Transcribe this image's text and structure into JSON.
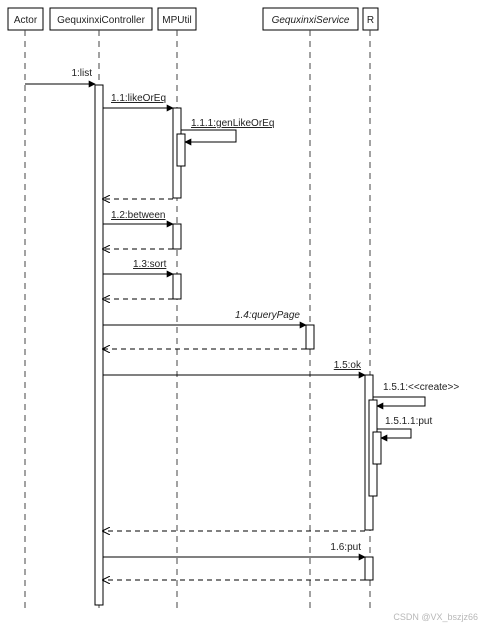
{
  "participants": [
    {
      "id": "actor",
      "label": "Actor",
      "italic": false
    },
    {
      "id": "controller",
      "label": "GequxinxiController",
      "italic": false
    },
    {
      "id": "mputil",
      "label": "MPUtil",
      "italic": false
    },
    {
      "id": "service",
      "label": "GequxinxiService",
      "italic": true
    },
    {
      "id": "r",
      "label": "R",
      "italic": false
    }
  ],
  "messages": [
    {
      "id": "m1",
      "label": "1:list",
      "from": "actor",
      "to": "controller",
      "kind": "sync",
      "underline": false,
      "italic": false
    },
    {
      "id": "m1_1",
      "label": "1.1:likeOrEq",
      "from": "controller",
      "to": "mputil",
      "kind": "sync",
      "underline": true,
      "italic": false
    },
    {
      "id": "m1_1_1",
      "label": "1.1.1:genLikeOrEq",
      "from": "mputil",
      "to": "mputil",
      "kind": "self",
      "underline": true,
      "italic": false
    },
    {
      "id": "r1_1",
      "label": "",
      "from": "mputil",
      "to": "controller",
      "kind": "return"
    },
    {
      "id": "m1_2",
      "label": "1.2:between",
      "from": "controller",
      "to": "mputil",
      "kind": "sync",
      "underline": true,
      "italic": false
    },
    {
      "id": "r1_2",
      "label": "",
      "from": "mputil",
      "to": "controller",
      "kind": "return"
    },
    {
      "id": "m1_3",
      "label": "1.3:sort",
      "from": "controller",
      "to": "mputil",
      "kind": "sync",
      "underline": true,
      "italic": false
    },
    {
      "id": "r1_3",
      "label": "",
      "from": "mputil",
      "to": "controller",
      "kind": "return"
    },
    {
      "id": "m1_4",
      "label": "1.4:queryPage",
      "from": "controller",
      "to": "service",
      "kind": "sync",
      "underline": false,
      "italic": true
    },
    {
      "id": "r1_4",
      "label": "",
      "from": "service",
      "to": "controller",
      "kind": "return"
    },
    {
      "id": "m1_5",
      "label": "1.5:ok",
      "from": "controller",
      "to": "r",
      "kind": "sync",
      "underline": true,
      "italic": false
    },
    {
      "id": "m1_5_1",
      "label": "1.5.1:<<create>>",
      "from": "r",
      "to": "r",
      "kind": "self",
      "underline": false,
      "italic": false
    },
    {
      "id": "m1_5_1_1",
      "label": "1.5.1.1:put",
      "from": "r",
      "to": "r",
      "kind": "self",
      "underline": false,
      "italic": false
    },
    {
      "id": "r1_5",
      "label": "",
      "from": "r",
      "to": "controller",
      "kind": "return"
    },
    {
      "id": "m1_6",
      "label": "1.6:put",
      "from": "controller",
      "to": "r",
      "kind": "sync",
      "underline": false,
      "italic": false
    },
    {
      "id": "r1_6",
      "label": "",
      "from": "r",
      "to": "controller",
      "kind": "return"
    }
  ],
  "watermark": "CSDN @VX_bszjz66",
  "colors": {
    "line": "#000000",
    "lifeline": "#444444",
    "text": "#222222",
    "box_fill": "#ffffff",
    "watermark": "#b8b8b8"
  }
}
